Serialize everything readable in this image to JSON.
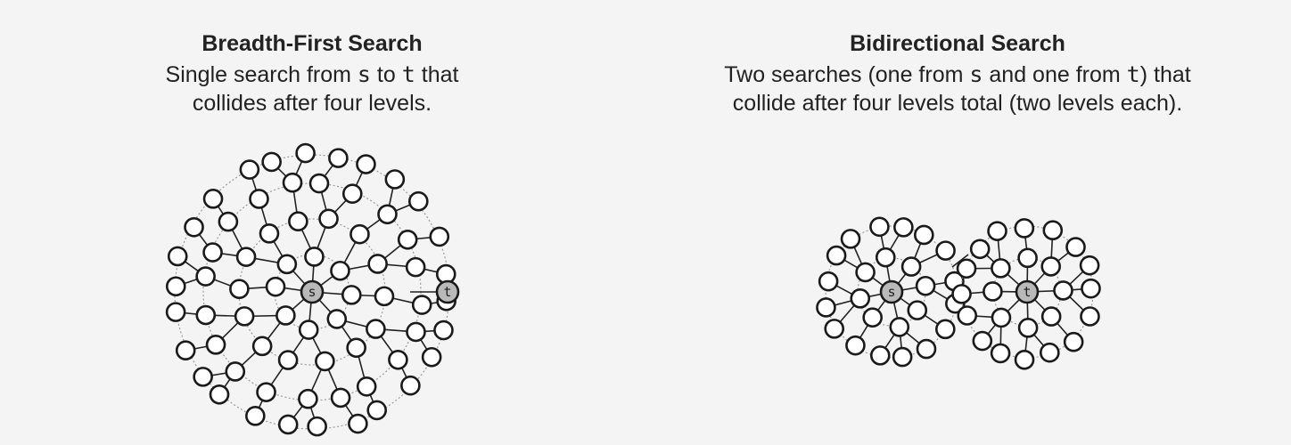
{
  "bfs": {
    "title": "Breadth-First Search",
    "line1_a": "Single search from ",
    "s": "s",
    "line1_b": " to ",
    "t": "t",
    "line1_c": " that",
    "line2": "collides after four levels.",
    "source_label": "s",
    "target_label": "t"
  },
  "bidi": {
    "title": "Bidirectional Search",
    "line1_a": "Two searches (one from ",
    "s": "s",
    "line1_b": " and one from ",
    "t": "t",
    "line1_c": ") that",
    "line2": "collide after four levels total (two levels each).",
    "source_label": "s",
    "target_label": "t"
  },
  "colors": {
    "node_fill": "#ffffff",
    "special_fill": "#b9b9b9",
    "ring": "#9a9a9a",
    "edge": "#222222"
  }
}
